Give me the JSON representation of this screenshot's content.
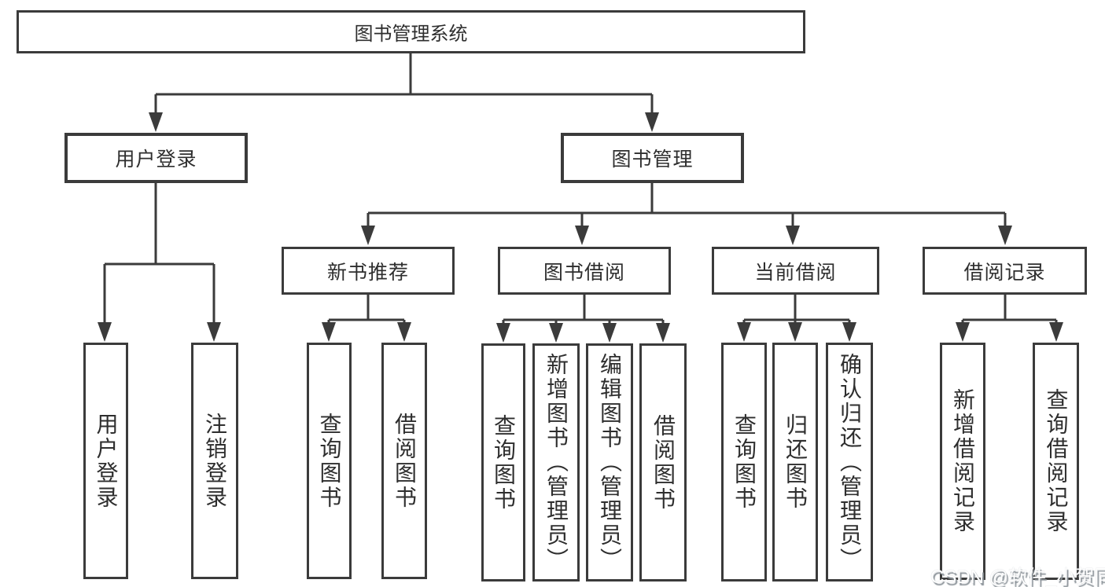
{
  "diagram": {
    "root": "图书管理系统",
    "level2": [
      "用户登录",
      "图书管理"
    ],
    "level3": [
      "新书推荐",
      "图书借阅",
      "当前借阅",
      "借阅记录"
    ],
    "leaves": {
      "user_login": [
        "用户登录",
        "注销登录"
      ],
      "new_book_recommend": [
        "查询图书",
        "借阅图书"
      ],
      "book_borrow": [
        "查询图书",
        "新增图书（管理员）",
        "编辑图书（管理员）",
        "借阅图书"
      ],
      "current_borrow": [
        "查询图书",
        "归还图书",
        "确认归还（管理员）"
      ],
      "borrow_record": [
        "新增借阅记录",
        "查询借阅记录"
      ]
    },
    "watermark": "CSDN @软件_小贺同学",
    "colors": {
      "line": "#3b3b3b",
      "text": "#2e2e2e",
      "background": "#ffffff",
      "watermark_text": "#ffffff",
      "watermark_shadow": "#8d949a"
    }
  }
}
